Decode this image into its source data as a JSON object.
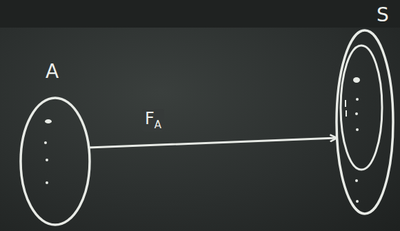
{
  "diagram": {
    "nodes": [
      {
        "text": [
          "A"
        ]
      },
      {
        "text": [
          "S"
        ]
      }
    ],
    "edges": [
      {
        "from": 0,
        "to": 1,
        "arrow": "to",
        "label": "FA"
      }
    ]
  }
}
